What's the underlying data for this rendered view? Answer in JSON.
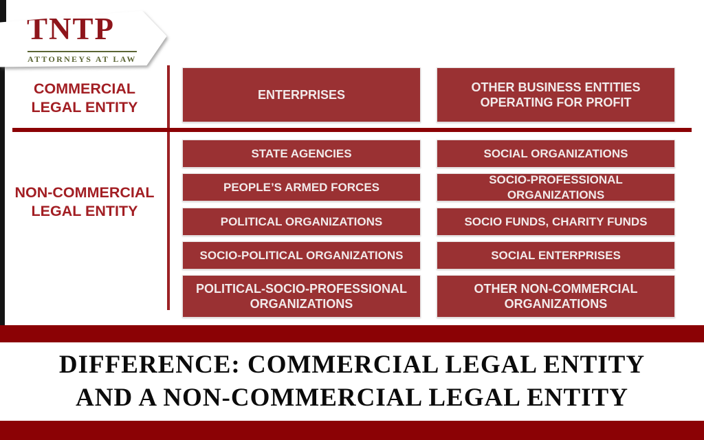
{
  "logo": {
    "name": "TNTP",
    "tagline": "ATTORNEYS AT LAW"
  },
  "comparison": {
    "commercial": {
      "label": [
        "COMMERCIAL",
        "LEGAL ENTITY"
      ],
      "items": [
        "ENTERPRISES",
        "OTHER BUSINESS ENTITIES OPERATING FOR PROFIT"
      ]
    },
    "noncommercial": {
      "label": [
        "NON-COMMERCIAL",
        "LEGAL ENTITY"
      ],
      "items_left": [
        "STATE AGENCIES",
        "PEOPLE’S ARMED FORCES",
        "POLITICAL ORGANIZATIONS",
        "SOCIO-POLITICAL ORGANIZATIONS",
        "POLITICAL-SOCIO-PROFESSIONAL ORGANIZATIONS"
      ],
      "items_right": [
        "SOCIAL ORGANIZATIONS",
        "SOCIO-PROFESSIONAL ORGANIZATIONS",
        "SOCIO FUNDS, CHARITY FUNDS",
        "SOCIAL ENTERPRISES",
        "OTHER NON-COMMERCIAL ORGANIZATIONS"
      ]
    }
  },
  "title": {
    "line1": "DIFFERENCE: COMMERCIAL LEGAL ENTITY",
    "line2": "AND A NON-COMMERCIAL LEGAL ENTITY"
  },
  "colors": {
    "box_fill": "#9a3133",
    "band_dark_red": "#8b0205",
    "label_red": "#a21e23",
    "logo_red": "#8e151b",
    "tagline_green": "#5a6433",
    "left_bar_black": "#141414"
  }
}
